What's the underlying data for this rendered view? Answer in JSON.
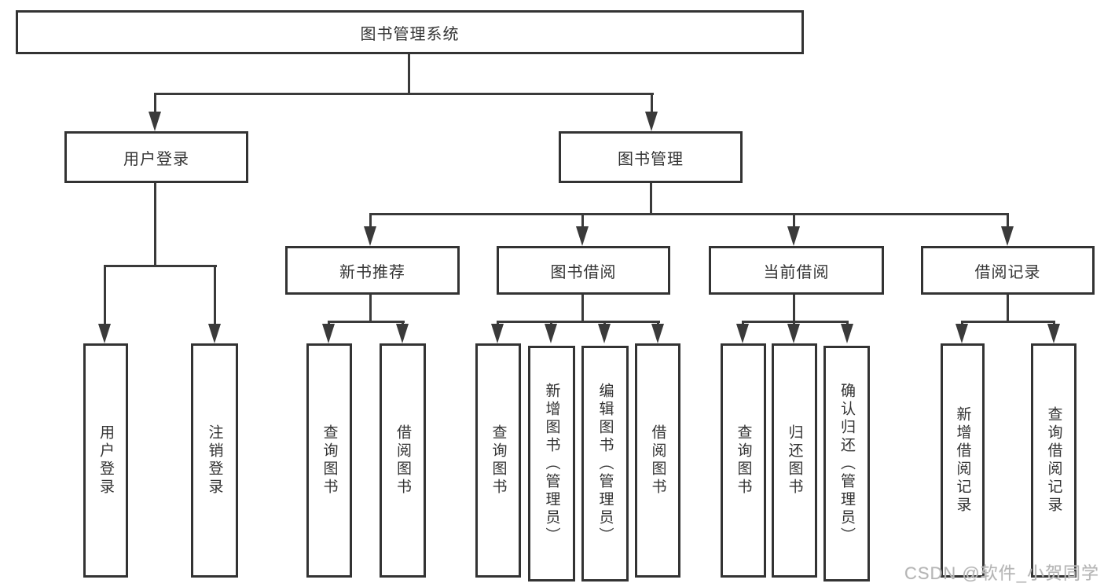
{
  "tree": {
    "label": "图书管理系统",
    "children": [
      {
        "label": "用户登录",
        "children": [
          {
            "label": "用户登录"
          },
          {
            "label": "注销登录"
          }
        ]
      },
      {
        "label": "图书管理",
        "children": [
          {
            "label": "新书推荐",
            "children": [
              {
                "label": "查询图书"
              },
              {
                "label": "借阅图书"
              }
            ]
          },
          {
            "label": "图书借阅",
            "children": [
              {
                "label": "查询图书"
              },
              {
                "label": "新增图书（管理员）"
              },
              {
                "label": "编辑图书（管理员）"
              },
              {
                "label": "借阅图书"
              }
            ]
          },
          {
            "label": "当前借阅",
            "children": [
              {
                "label": "查询图书"
              },
              {
                "label": "归还图书"
              },
              {
                "label": "确认归还（管理员）"
              }
            ]
          },
          {
            "label": "借阅记录",
            "children": [
              {
                "label": "新增借阅记录"
              },
              {
                "label": "查询借阅记录"
              }
            ]
          }
        ]
      }
    ]
  },
  "watermark": "CSDN @软件_小贺同学",
  "colors": {
    "line": "#3a3a3a",
    "border": "#333333",
    "background": "#ffffff",
    "watermark": "#b5b5b5"
  }
}
